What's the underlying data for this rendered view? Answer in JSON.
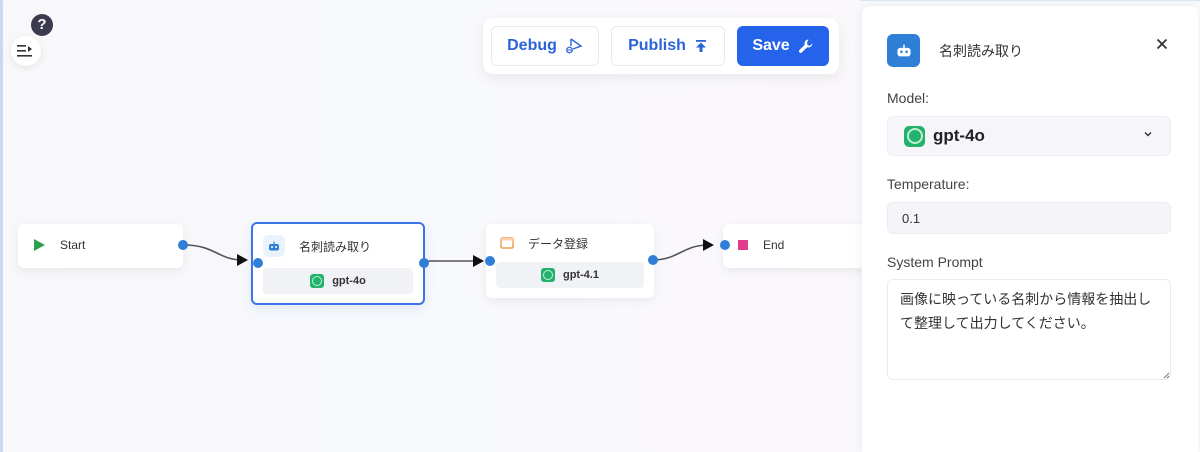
{
  "toolbar": {
    "debug_label": "Debug",
    "publish_label": "Publish",
    "save_label": "Save"
  },
  "canvas": {
    "help_label": "?",
    "nodes": [
      {
        "id": "start",
        "label": "Start",
        "icon": "play-icon",
        "color": "#2e9e4f"
      },
      {
        "id": "meishi",
        "label": "名刺読み取り",
        "icon": "robot-icon",
        "model": "gpt-4o",
        "selected": true
      },
      {
        "id": "data",
        "label": "データ登録",
        "icon": "table-icon",
        "model": "gpt-4.1",
        "color": "#f08a2f"
      },
      {
        "id": "end",
        "label": "End",
        "icon": "stop-icon",
        "color": "#e23c8c"
      }
    ],
    "edges": [
      {
        "from": "start",
        "to": "meishi"
      },
      {
        "from": "meishi",
        "to": "data"
      },
      {
        "from": "data",
        "to": "end"
      }
    ]
  },
  "panel": {
    "title": "名刺読み取り",
    "close_label": "×",
    "model_label": "Model:",
    "model_value": "gpt-4o",
    "temperature_label": "Temperature:",
    "temperature_value": "0.1",
    "system_prompt_label": "System Prompt",
    "system_prompt_value": "画像に映っている名刺から情報を抽出して整理して出力してください。"
  },
  "colors": {
    "accent": "#2563eb",
    "handle": "#2f7fd6",
    "gpt_green": "#23b26d"
  }
}
